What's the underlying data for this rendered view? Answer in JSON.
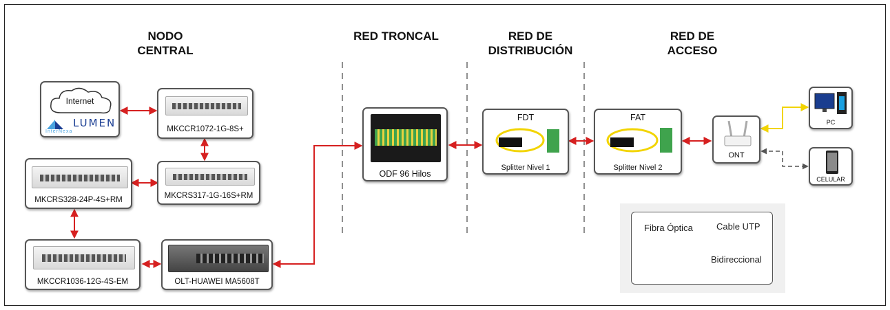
{
  "sections": {
    "nodo_central": "NODO\nCENTRAL",
    "red_troncal": "RED TRONCAL",
    "red_distribucion": "RED DE\nDISTRIBUCIÓN",
    "red_acceso": "RED DE\nACCESO"
  },
  "internet_box": {
    "cloud_label": "Internet",
    "brand_lumen": "LUMEN",
    "brand_small": "InterNexa"
  },
  "devices": {
    "ccr1072": "MKCCR1072-1G-8S+",
    "crs317": "MKCRS317-1G-16S+RM",
    "crs328": "MKCRS328-24P-4S+RM",
    "ccr1036": "MKCCR1036-12G-4S-EM",
    "olt": "OLT-HUAWEI MA5608T",
    "odf": "ODF 96 Hilos",
    "fdt_title": "FDT",
    "fdt_label": "Splitter Nivel 1",
    "fat_title": "FAT",
    "fat_label": "Splitter Nivel 2",
    "ont": "ONT",
    "pc": "PC",
    "celular": "CELULAR"
  },
  "legend": {
    "fibra": "Fibra Óptica",
    "utp": "Cable UTP",
    "bidireccional": "Bidireccional"
  },
  "colors": {
    "fiber": "#d62020",
    "utp": "#f2d400",
    "arrow": "#333333",
    "divider": "#555555"
  }
}
